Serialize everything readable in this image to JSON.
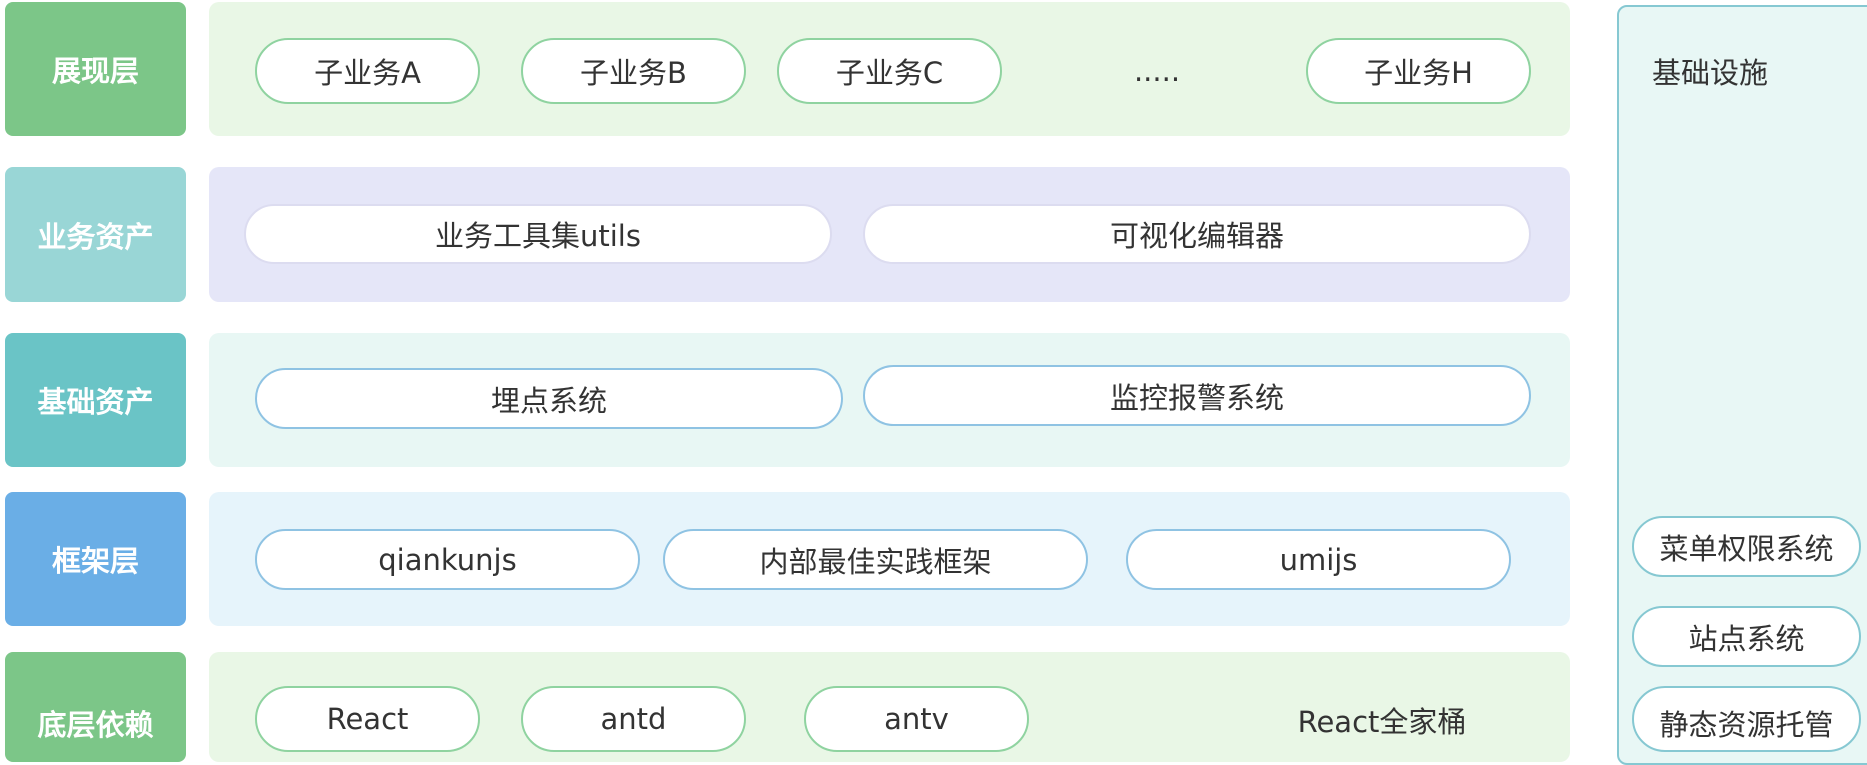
{
  "layers": [
    {
      "name": "展现层",
      "items": [
        "子业务A",
        "子业务B",
        "子业务C",
        ".....",
        "子业务H"
      ]
    },
    {
      "name": "业务资产",
      "items": [
        "业务工具集utils",
        "可视化编辑器"
      ]
    },
    {
      "name": "基础资产",
      "items": [
        "埋点系统",
        "监控报警系统"
      ]
    },
    {
      "name": "框架层",
      "items": [
        "qiankunjs",
        "内部最佳实践框架",
        "umijs"
      ]
    },
    {
      "name": "底层依赖",
      "items": [
        "React",
        "antd",
        "antv",
        "React全家桶"
      ]
    }
  ],
  "infrastructure": {
    "title": "基础设施",
    "items": [
      "菜单权限系统",
      "站点系统",
      "静态资源托管"
    ]
  },
  "colors": {
    "green_label": "#7cc688",
    "teal_label": "#99d6d6",
    "cyan_label": "#6ac4c6",
    "blue_label": "#6aaee6",
    "green_panel": "#e9f7e6",
    "purple_panel": "#e5e6f8",
    "mint_panel": "#e8f7f4",
    "blue_panel": "#e6f4fb",
    "infra_panel": "#e8f7f5"
  }
}
